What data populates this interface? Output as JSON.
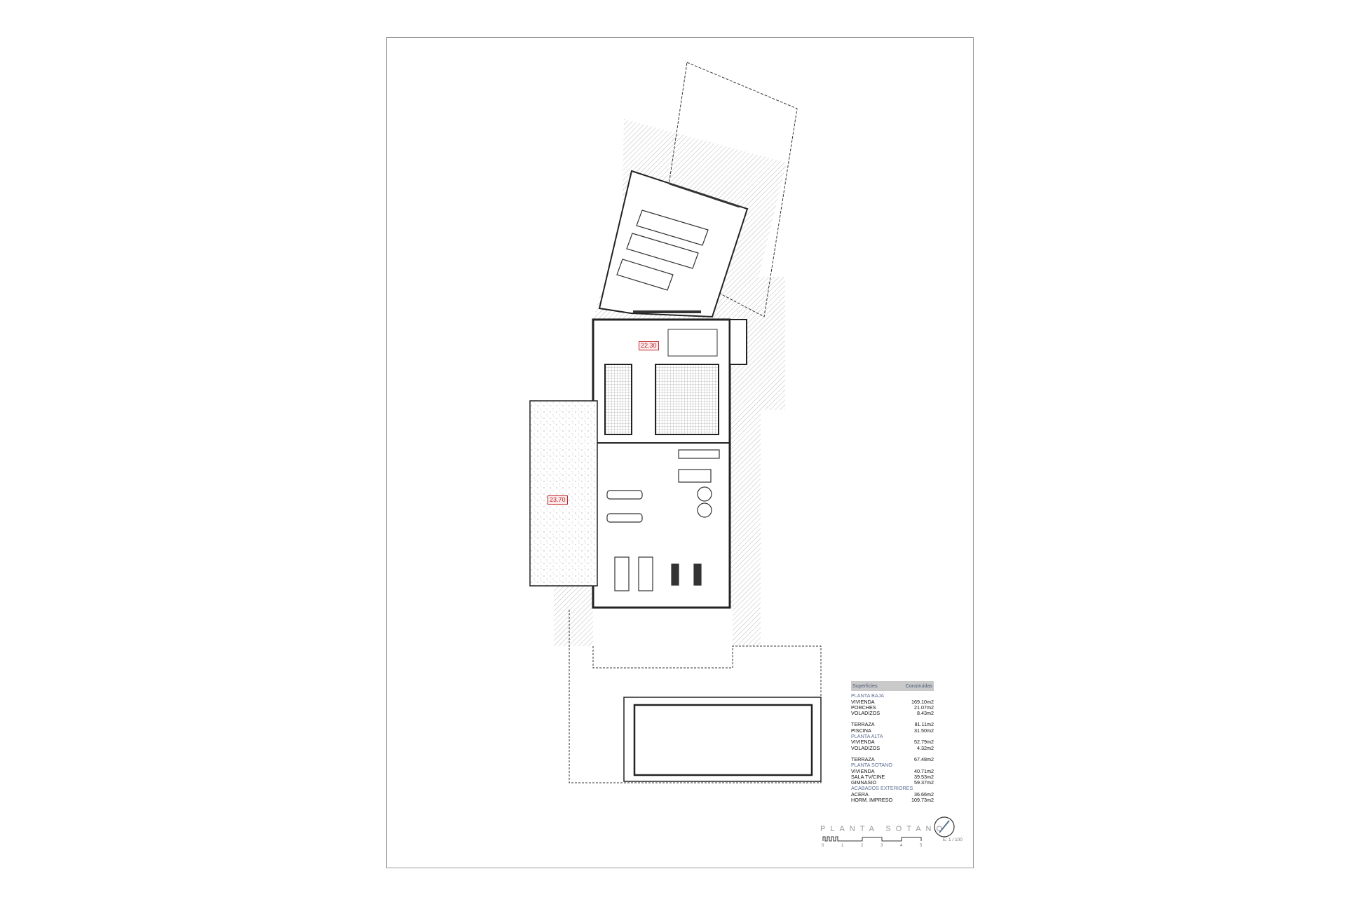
{
  "plan": {
    "title": "PLANTA SOTANO",
    "scale": "E: 1 / 100",
    "scale_ticks": [
      "0",
      "1",
      "2",
      "3",
      "4",
      "5"
    ],
    "area_labels": [
      "22.30",
      "23.70"
    ]
  },
  "table": {
    "header": [
      "Superficies",
      "Construidas"
    ],
    "sections": [
      {
        "name": "PLANTA BAJA",
        "rows": [
          [
            "VIVIENDA",
            "169.10m2"
          ],
          [
            "PORCHES",
            "21.07m2"
          ],
          [
            "VOLADIZOS",
            "8.43m2"
          ],
          [
            "TERRAZA",
            "81.11m2"
          ],
          [
            "PISCINA",
            "31.50m2"
          ]
        ]
      },
      {
        "name": "PLANTA ALTA",
        "rows": [
          [
            "VIVIENDA",
            "52.79m2"
          ],
          [
            "VOLADIZOS",
            "4.32m2"
          ],
          [
            "TERRAZA",
            "67.48m2"
          ]
        ]
      },
      {
        "name": "PLANTA SOTANO",
        "rows": [
          [
            "VIVIENDA",
            "40.71m2"
          ],
          [
            "SALA TV/CINE",
            "39.53m2"
          ],
          [
            "GIMNASIO",
            "59.37m2"
          ]
        ]
      },
      {
        "name": "ACABADOS EXTERIORES",
        "rows": [
          [
            "ACERA",
            "36.66m2"
          ],
          [
            "HORM. IMPRESO",
            "109.73m2"
          ]
        ]
      }
    ]
  },
  "colors": {
    "label_red": "#c0272d",
    "section_blue": "#5b6f94",
    "header_gray": "#c9c9c9"
  }
}
